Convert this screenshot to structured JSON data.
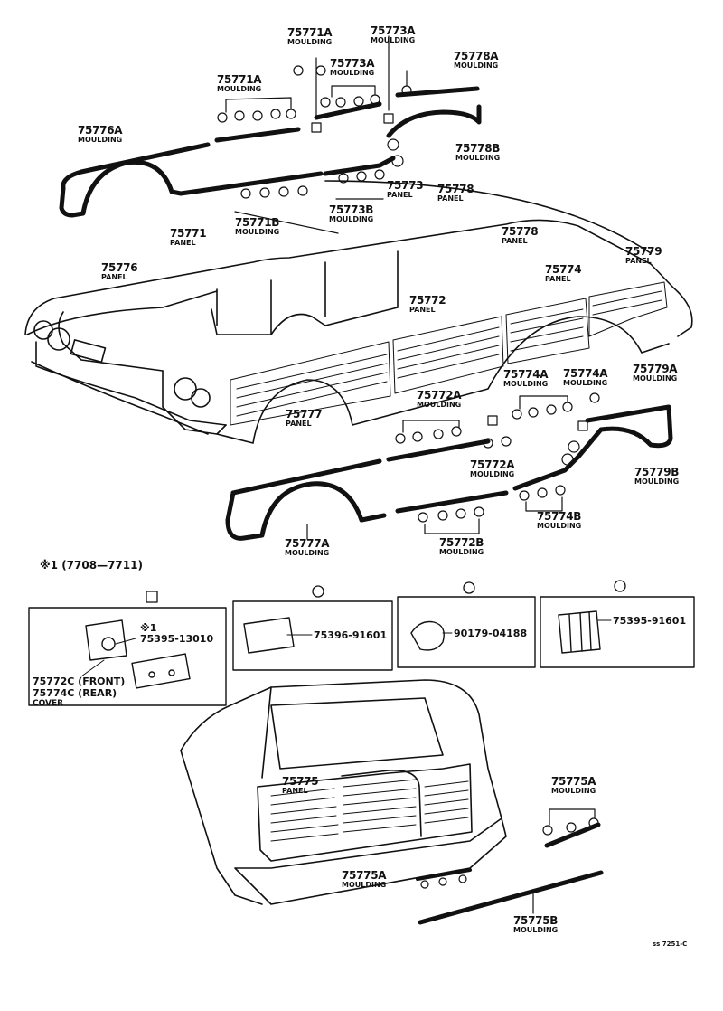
{
  "parts": [
    {
      "id": "75771A",
      "name": "MOULDING"
    },
    {
      "id": "75773A",
      "name": "MOULDING"
    },
    {
      "id": "75778A",
      "name": "MOULDING"
    },
    {
      "id": "75776A",
      "name": "MOULDING"
    },
    {
      "id": "75778B",
      "name": "MOULDING"
    },
    {
      "id": "75778",
      "name": "PANEL"
    },
    {
      "id": "75773",
      "name": "PANEL"
    },
    {
      "id": "75771",
      "name": "PANEL"
    },
    {
      "id": "75771B",
      "name": "MOULDING"
    },
    {
      "id": "75773B",
      "name": "MOULDING"
    },
    {
      "id": "75776",
      "name": "PANEL"
    },
    {
      "id": "75779",
      "name": "PANEL"
    },
    {
      "id": "75774",
      "name": "PANEL"
    },
    {
      "id": "75772",
      "name": "PANEL"
    },
    {
      "id": "75774A",
      "name": "MOULDING"
    },
    {
      "id": "75779A",
      "name": "MOULDING"
    },
    {
      "id": "75777",
      "name": "PANEL"
    },
    {
      "id": "75772A",
      "name": "MOULDING"
    },
    {
      "id": "75779B",
      "name": "MOULDING"
    },
    {
      "id": "75777A",
      "name": "MOULDING"
    },
    {
      "id": "75774B",
      "name": "MOULDING"
    },
    {
      "id": "75772B",
      "name": "MOULDING"
    },
    {
      "id": "75775",
      "name": "PANEL"
    },
    {
      "id": "75775A",
      "name": "MOULDING"
    },
    {
      "id": "75775B",
      "name": "MOULDING"
    }
  ],
  "dup_labels": {
    "p73a_top": "75773A",
    "p71a_top": "75771A",
    "p75a_low": "75775A",
    "p78_top": "75778",
    "m75a_low": "MOULDING",
    "m73a_top": "MOULDING",
    "m71a_top": "MOULDING",
    "p74a_b": "75774A",
    "m74a_b": "MOULDING"
  },
  "production_note": "※1 (7708—7711)",
  "clip_boxes": {
    "box1": {
      "mark": "※1",
      "part_no": "75395-13010",
      "cover_front": "75772C (FRONT)",
      "cover_rear": "75774C (REAR)",
      "cover_label": "COVER"
    },
    "box2": {
      "part_no": "75396-91601"
    },
    "box3": {
      "part_no": "90179-04188"
    },
    "box4": {
      "part_no": "75395-91601"
    }
  },
  "footer_code": "ss 7251-C"
}
